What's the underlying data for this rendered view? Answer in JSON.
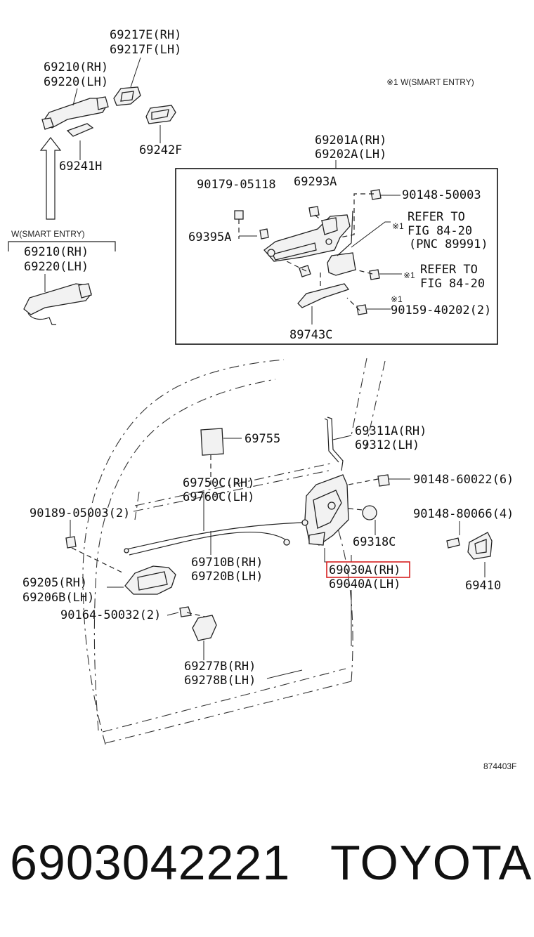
{
  "diagram": {
    "note_smart_entry": "※1 W(SMART ENTRY)",
    "smart_entry_group": "W(SMART ENTRY)",
    "figure_code": "874403F",
    "highlight_color": "#d62020",
    "labels": {
      "p69217E": "69217E(RH)",
      "p69217F": "69217F(LH)",
      "p69210_top": "69210(RH)",
      "p69220_top": "69220(LH)",
      "p69241H": "69241H",
      "p69242F": "69242F",
      "p69210_se": "69210(RH)",
      "p69220_se": "69220(LH)",
      "p69201A": "69201A(RH)",
      "p69202A": "69202A(LH)",
      "p90179": "90179-05118",
      "p69293A": "69293A",
      "p90148_50003": "90148-50003",
      "p69395A": "69395A",
      "refer1_a": "REFER TO",
      "refer1_b": "FIG 84-20",
      "refer1_c": "(PNC 89991)",
      "refer1_mark": "※1",
      "refer2_a": "REFER TO",
      "refer2_b": "FIG 84-20",
      "refer2_mark": "※1",
      "p90159_mark": "※1",
      "p90159": "90159-40202(2)",
      "p89743C": "89743C",
      "p69755": "69755",
      "p69311A": "69311A(RH)",
      "p69312": "69312(LH)",
      "p69750C": "69750C(RH)",
      "p69760C": "69760C(LH)",
      "p90148_60022": "90148-60022(6)",
      "p90189": "90189-05003(2)",
      "p90148_80066": "90148-80066(4)",
      "p69318C": "69318C",
      "p69710B": "69710B(RH)",
      "p69720B": "69720B(LH)",
      "p69030A": "69030A(RH)",
      "p69040A": "69040A(LH)",
      "p69205": "69205(RH)",
      "p69206B": "69206B(LH)",
      "p69410": "69410",
      "p90164": "90164-50032(2)",
      "p69277B": "69277B(RH)",
      "p69278B": "69278B(LH)"
    }
  },
  "footer": {
    "part_number": "6903042221",
    "brand": "TOYOTA"
  }
}
